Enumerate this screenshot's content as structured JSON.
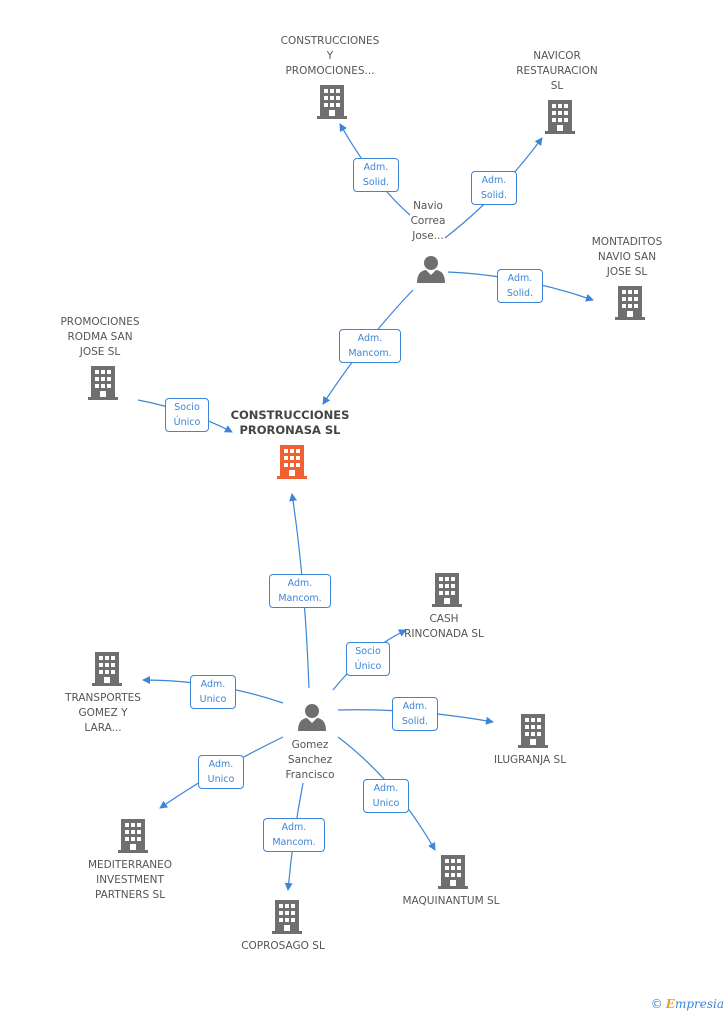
{
  "colors": {
    "edge": "#3b86d6",
    "building": "#6f6f6f",
    "focus_building": "#f06030",
    "person": "#6f6f6f"
  },
  "nodes": {
    "construcciones_y_promociones": "CONSTRUCCIONES\nY\nPROMOCIONES...",
    "navicor": "NAVICOR\nRESTAURACION\nSL",
    "navio_correa": "Navio\nCorrea\nJose...",
    "montaditos": "MONTADITOS\nNAVIO SAN\nJOSE SL",
    "promociones_rodma": "PROMOCIONES\nRODMA SAN\nJOSE SL",
    "center": "CONSTRUCCIONES\nPRORONASA SL",
    "cash_rinconada": "CASH\nRINCONADA SL",
    "transportes": "TRANSPORTES\nGOMEZ Y\nLARA...",
    "gomez_sanchez": "Gomez\nSanchez\nFrancisco",
    "ilugranja": "ILUGRANJA SL",
    "mediterraneo": "MEDITERRANEO\nINVESTMENT\nPARTNERS SL",
    "maquinantum": "MAQUINANTUM SL",
    "coprosago": "COPROSAGO SL"
  },
  "badges": {
    "b1": "Adm.\nSolid.",
    "b2": "Adm.\nSolid.",
    "b3": "Adm.\nSolid.",
    "b4": "Adm.\nMancom.",
    "b5": "Socio\nÚnico",
    "b6": "Adm.\nMancom.",
    "b7": "Socio\nÚnico",
    "b8": "Adm.\nUnico",
    "b9": "Adm.\nSolid.",
    "b10": "Adm.\nUnico",
    "b11": "Adm.\nUnico",
    "b12": "Adm.\nMancom."
  },
  "footer": {
    "copyright": "©",
    "brand_first": "E",
    "brand_rest": "mpresia"
  }
}
